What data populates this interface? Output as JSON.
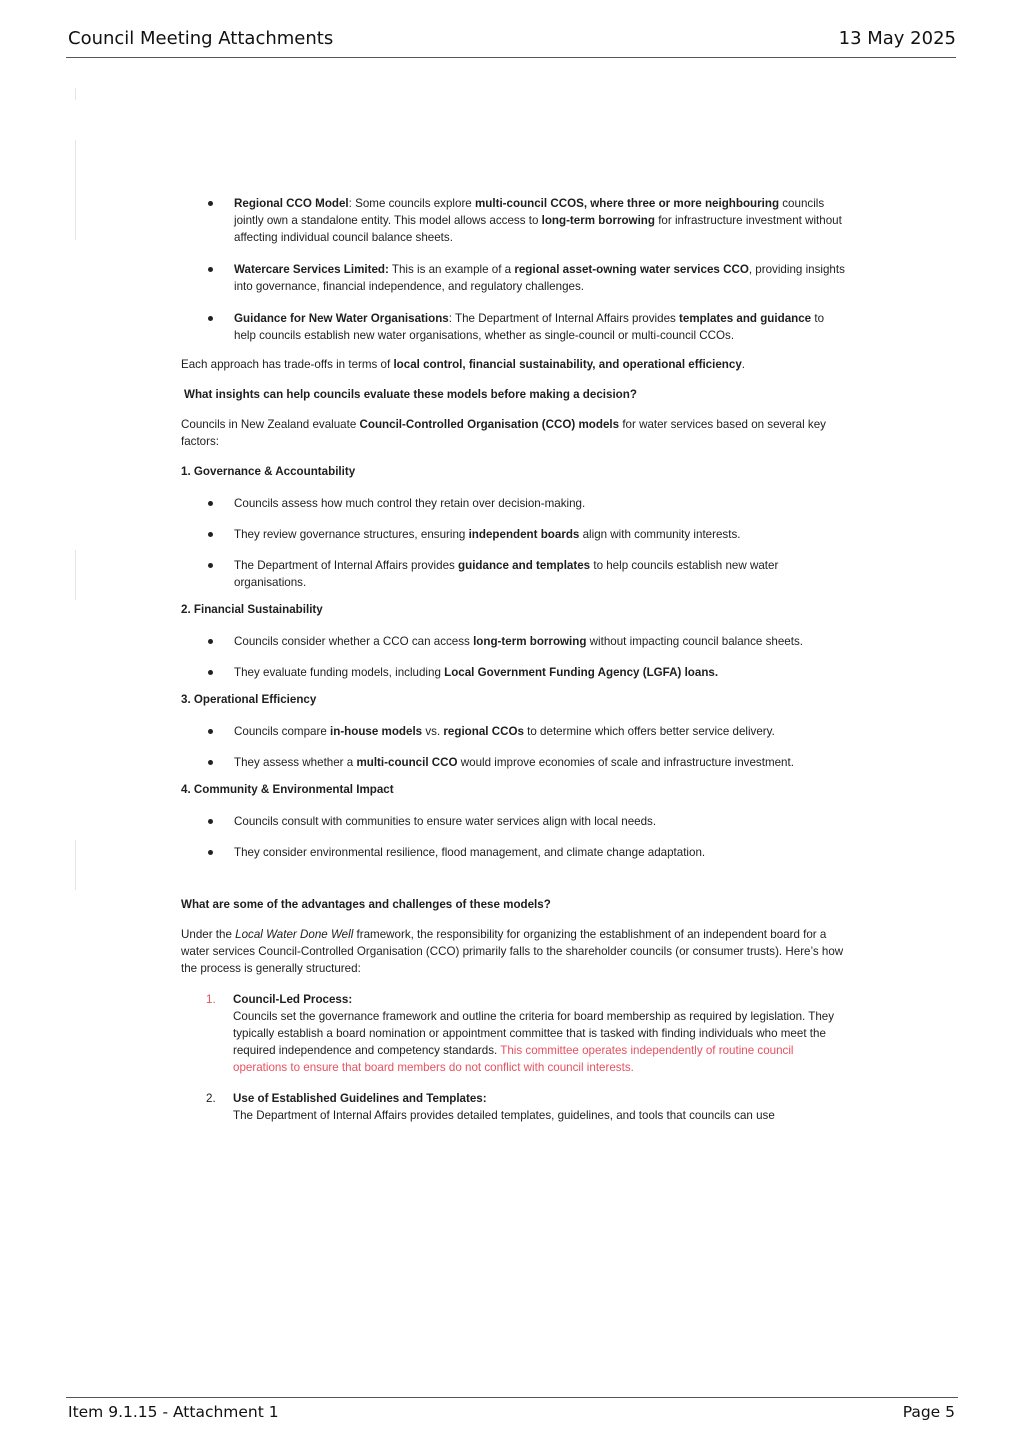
{
  "header": {
    "title": "Council Meeting Attachments",
    "date": "13 May 2025"
  },
  "footer": {
    "item": "Item 9.1.15 - Attachment 1",
    "page": "Page 5"
  },
  "intro_bullets": [
    {
      "label": "Regional CCO Model",
      "sep": ": ",
      "t1": "Some councils explore ",
      "b1": "multi-council CCOS, where three or more neighbouring",
      "t2": " councils jointly own a standalone entity. This model allows access to ",
      "b2": "long-term borrowing",
      "t3": " for infrastructure investment without affecting individual council balance sheets."
    },
    {
      "label": "Watercare Services Limited:",
      "t1": " This is an example of a ",
      "b1": "regional asset-owning water services CCO",
      "t2": ", providing insights into governance, financial independence, and regulatory challenges."
    },
    {
      "label": "Guidance for New Water Organisations",
      "sep": ":",
      "t1": " The Department of Internal Affairs provides ",
      "b1": "templates and guidance",
      "t2": " to help councils establish new water organisations, whether as single-council or multi-council CCOs."
    }
  ],
  "tradeoffs": {
    "t1": "Each approach has trade-offs in terms of ",
    "b1": "local control, financial sustainability, and operational efficiency",
    "t2": "."
  },
  "question1": "What insights can help councils evaluate these models before making a decision?",
  "evaluate_intro": {
    "t1": "Councils in New Zealand evaluate ",
    "b1": "Council-Controlled Organisation (CCO) models",
    "t2": " for water services based on several key factors:"
  },
  "factors": [
    {
      "heading": "1. Governance & Accountability",
      "bullets": [
        {
          "t1": "Councils assess how much control they retain over decision-making."
        },
        {
          "t1": "They review governance structures, ensuring ",
          "b1": "independent boards",
          "t2": " align with community interests."
        },
        {
          "t1": "The Department of Internal Affairs provides ",
          "b1": "guidance and templates",
          "t2": " to help councils establish new water organisations."
        }
      ]
    },
    {
      "heading": "2. Financial Sustainability",
      "bullets": [
        {
          "t1": "Councils consider whether a CCO can access ",
          "b1": "long-term borrowing",
          "t2": " without impacting council balance sheets."
        },
        {
          "t1": "They evaluate funding models, including ",
          "b1": "Local Government Funding Agency (LGFA) loans.",
          "t2": ""
        }
      ]
    },
    {
      "heading": "3. Operational Efficiency",
      "bullets": [
        {
          "t1": "Councils compare ",
          "b1": "in-house models",
          "t2": " vs. ",
          "b2": "regional CCOs",
          "t3": " to determine which offers better service delivery."
        },
        {
          "t1": "They assess whether a ",
          "b1": "multi-council CCO",
          "t2": " would improve economies of scale and infrastructure investment."
        }
      ]
    },
    {
      "heading": "4. Community & Environmental Impact",
      "bullets": [
        {
          "t1": "Councils consult with communities to ensure water services align with local needs."
        },
        {
          "t1": "They consider environmental resilience, flood management, and climate change adaptation."
        }
      ]
    }
  ],
  "question2": "What are some of the advantages and challenges of these models?",
  "framework_para": {
    "t1": "Under the ",
    "i1": "Local Water Done Well",
    "t2": " framework, the responsibility for organizing the establishment of an independent board for a water services Council-Controlled Organisation (CCO) primarily falls to the shareholder councils (or consumer trusts). Here’s how the process is generally structured:"
  },
  "process_steps": [
    {
      "num": "1.",
      "title": "Council-Led Process:",
      "body": "Councils set the governance framework and outline the criteria for board membership as required by legislation. They typically establish a board nomination or appointment committee that is tasked with finding individuals who meet the required independence and competency standards. ",
      "highlight": "This committee operates independently of routine council operations to ensure that board members do not conflict with council interests."
    },
    {
      "num": "2.",
      "title": "Use of Established Guidelines and Templates:",
      "body": "The Department of Internal Affairs provides detailed templates, guidelines, and tools that councils can use"
    }
  ],
  "colors": {
    "text": "#1e1e1e",
    "highlight_red": "#e85060",
    "rule": "#555555"
  }
}
